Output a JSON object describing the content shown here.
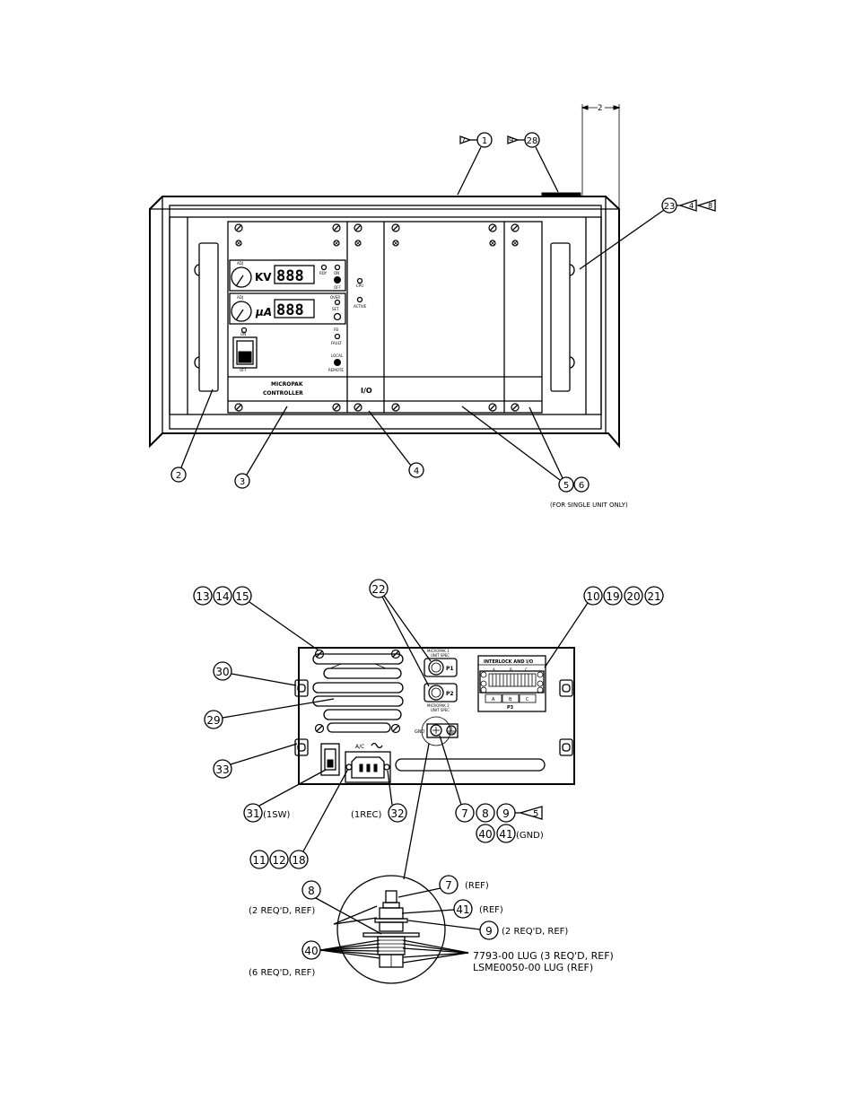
{
  "front_view": {
    "dimension_label": "2",
    "panel_labels": {
      "adj_kv": "ADJ",
      "kv": "KV",
      "digits": "888",
      "rdy": "RDY",
      "on": "ON",
      "off": "OFF",
      "adj_ua": "ADJ",
      "ua": "µA",
      "over": "OVER",
      "set": "SET",
      "fb_on": "ON",
      "fb": "FB",
      "fault": "FAULT",
      "switch_off": "OFF",
      "local": "LOCAL",
      "remote": "REMOTE",
      "controller_line1": "MICROPAK",
      "controller_line2": "CONTROLLER",
      "cpu": "CPU",
      "active": "ACTIVE",
      "io": "I/O"
    },
    "callouts": {
      "c1": "1",
      "c1_flag": "7",
      "c28": "28",
      "c28_flag": "9",
      "c23": "23",
      "c23_flag1": "4",
      "c23_flag2": "8",
      "c2": "2",
      "c3": "3",
      "c4": "4",
      "c5": "5",
      "c6": "6"
    },
    "note": "(FOR SINGLE UNIT ONLY)"
  },
  "rear_view": {
    "callouts": {
      "c13": "13",
      "c14": "14",
      "c15": "15",
      "c22": "22",
      "c10": "10",
      "c19": "19",
      "c20": "20",
      "c21": "21",
      "c30": "30",
      "c29": "29",
      "c33": "33",
      "c31": "31",
      "c31_note": "(1SW)",
      "c32": "32",
      "c32_note": "(1REC)",
      "c7": "7",
      "c8": "8",
      "c9": "9",
      "c9_flag": "5",
      "c40": "40",
      "c41": "41",
      "c41_note": "(GND)",
      "c11": "11",
      "c12": "12",
      "c18": "18"
    },
    "labels": {
      "micropak1": "MICROPAK 1",
      "unit_spec1": "UNIT SPEC",
      "p1": "P1",
      "p2": "P2",
      "micropak2": "MICROPAK 2",
      "unit_spec2": "UNIT SPEC",
      "gnd": "GND",
      "ac": "A/C",
      "interlock_title": "INTERLOCK AND I/O",
      "col_a": "A",
      "col_b": "B",
      "col_c": "C",
      "p3": "P3",
      "tb_a": "A",
      "tb_b": "B",
      "tb_c": "C"
    }
  },
  "detail_view": {
    "callouts": {
      "c7": "7",
      "c7_note": "(REF)",
      "c8": "8",
      "c8_note": "(2 REQ'D, REF)",
      "c41": "41",
      "c41_note": "(REF)",
      "c9": "9",
      "c9_note": "(2 REQ'D, REF)",
      "c40": "40",
      "c40_note": "(6 REQ'D, REF)"
    },
    "lug1": "7793-00 LUG (3 REQ'D, REF)",
    "lug2": "LSME0050-00 LUG (REF)"
  }
}
